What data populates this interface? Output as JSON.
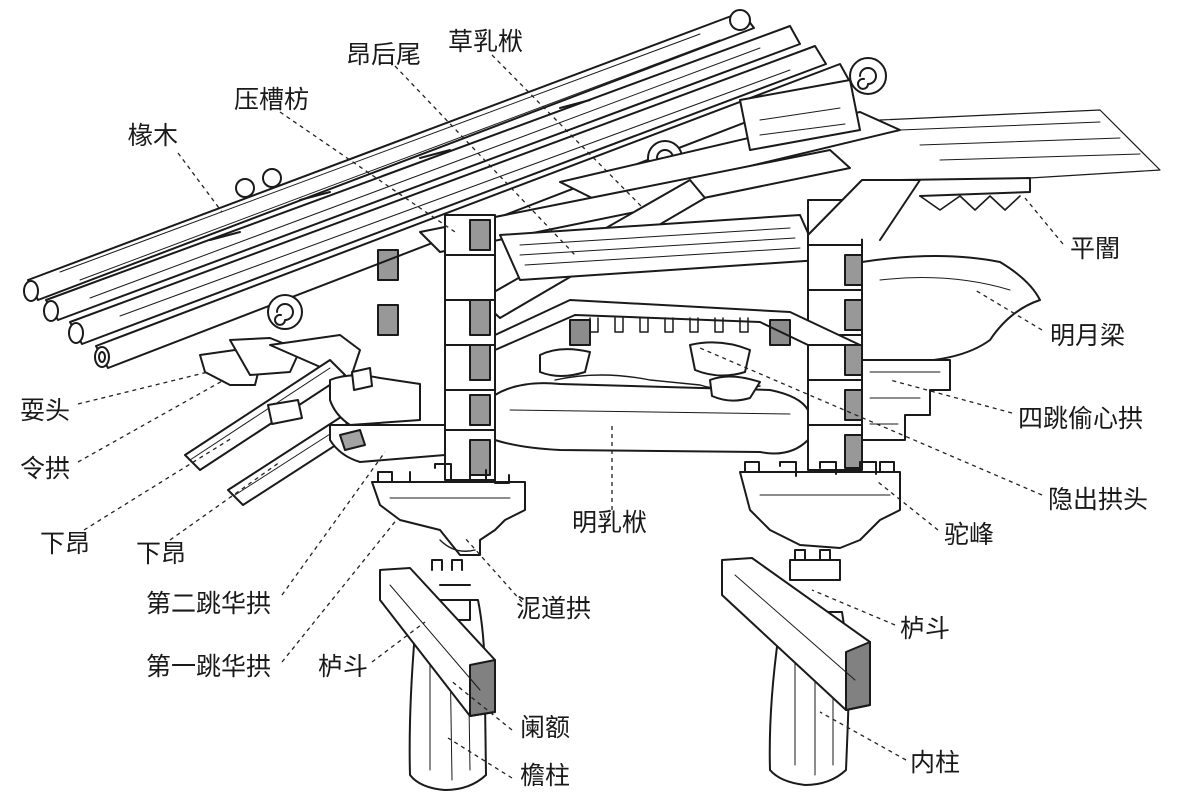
{
  "diagram": {
    "colors": {
      "ink": "#1a1a1a",
      "leader": "#222222",
      "background": "#ffffff"
    },
    "labels": {
      "chuanmu": "椽木",
      "yacaofang": "压槽枋",
      "anghouwei": "昂后尾",
      "caorufu": "草乳栿",
      "pingan": "平闇",
      "mingyueliang": "明月梁",
      "shuatou": "耍头",
      "linggong": "令拱",
      "xiaang_1": "下昂",
      "xiaang_2": "下昂",
      "sitiao_touxingong": "四跳偷心拱",
      "yinchu_gongtou": "隐出拱头",
      "mingrufu": "明乳栿",
      "tuofeng": "驼峰",
      "dierjiao_huagong": "第二跳华拱",
      "nidaogong": "泥道拱",
      "ludou_right": "栌斗",
      "diyijiao_huagong": "第一跳华拱",
      "ludou_left": "栌斗",
      "lane": "阑额",
      "yanzhu": "檐柱",
      "neizhu": "内柱"
    }
  }
}
